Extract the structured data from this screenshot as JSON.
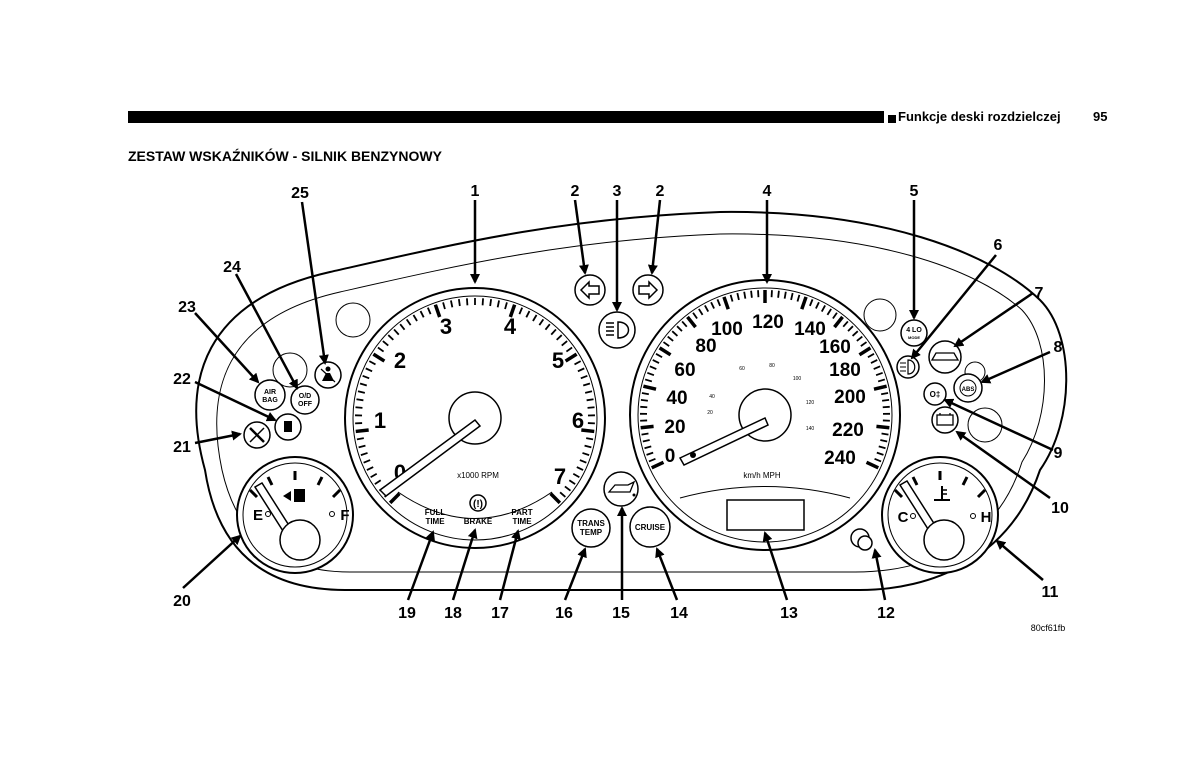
{
  "header": {
    "section_title": "Funkcje deski rozdzielczej",
    "page_number": "95"
  },
  "page_title": "ZESTAW WSKAŹNIKÓW - SILNIK BENZYNOWY",
  "tachometer": {
    "numbers": [
      "0",
      "1",
      "2",
      "3",
      "4",
      "5",
      "6",
      "7"
    ],
    "unit": "x1000 RPM"
  },
  "speedometer": {
    "kmh_numbers": [
      "0",
      "20",
      "40",
      "60",
      "80",
      "100",
      "120",
      "140",
      "160",
      "180",
      "200",
      "220",
      "240"
    ],
    "mph_numbers": [
      "20",
      "40",
      "60",
      "80",
      "100",
      "120",
      "140"
    ],
    "unit": "km/h MPH"
  },
  "fuel_gauge": {
    "empty": "E",
    "full": "F"
  },
  "temp_gauge": {
    "cold": "C",
    "hot": "H"
  },
  "indicators": {
    "full_time": [
      "FULL",
      "TIME"
    ],
    "brake": "BRAKE",
    "brake_symbol": "(!)",
    "part_time": [
      "PART",
      "TIME"
    ],
    "trans_temp": [
      "TRANS",
      "TEMP"
    ],
    "cruise": "CRUISE",
    "air_bag": [
      "AIR",
      "BAG"
    ],
    "od_off": [
      "O/D",
      "OFF"
    ],
    "four_lo": [
      "4 LO",
      "MODE"
    ],
    "abs": "ABS"
  },
  "callouts": [
    "1",
    "2",
    "3",
    "2",
    "4",
    "5",
    "6",
    "7",
    "8",
    "9",
    "10",
    "11",
    "12",
    "13",
    "14",
    "15",
    "16",
    "17",
    "18",
    "19",
    "20",
    "21",
    "22",
    "23",
    "24",
    "25"
  ],
  "figure_code": "80cf61fb"
}
